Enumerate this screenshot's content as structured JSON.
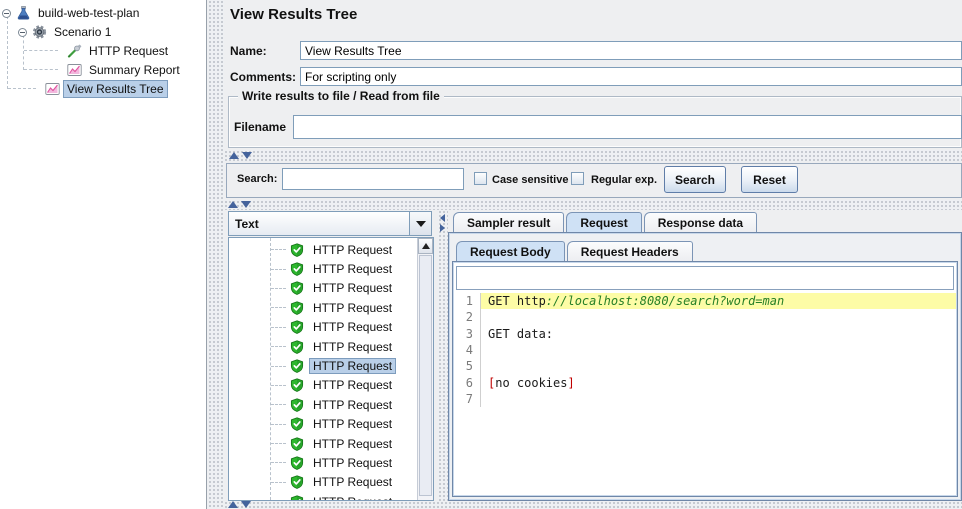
{
  "header": {
    "title": "View Results Tree"
  },
  "tree_panel": {
    "items": [
      {
        "label": "build-web-test-plan",
        "icon": "test-plan-icon",
        "selected": false
      },
      {
        "label": "Scenario 1",
        "icon": "gear-icon",
        "selected": false
      },
      {
        "label": "HTTP Request",
        "icon": "sampler-icon",
        "selected": false
      },
      {
        "label": "Summary Report",
        "icon": "chart-icon",
        "selected": false
      },
      {
        "label": "View Results Tree",
        "icon": "chart-icon",
        "selected": true
      }
    ]
  },
  "form": {
    "name_label": "Name:",
    "name_value": "View Results Tree",
    "comments_label": "Comments:",
    "comments_value": "For scripting only",
    "fieldset_legend": "Write results to file / Read from file",
    "filename_label": "Filename",
    "filename_value": ""
  },
  "search": {
    "label": "Search:",
    "value": "",
    "case_sensitive_label": "Case sensitive",
    "case_sensitive_checked": false,
    "regular_exp_label": "Regular exp.",
    "regular_exp_checked": false,
    "search_button": "Search",
    "reset_button": "Reset"
  },
  "results_list": {
    "filter_selected": "Text",
    "item_icon": "success-shield-icon",
    "items": [
      "HTTP Request",
      "HTTP Request",
      "HTTP Request",
      "HTTP Request",
      "HTTP Request",
      "HTTP Request",
      "HTTP Request",
      "HTTP Request",
      "HTTP Request",
      "HTTP Request",
      "HTTP Request",
      "HTTP Request",
      "HTTP Request",
      "HTTP Request"
    ],
    "selected_index": 6
  },
  "tabs": {
    "main": [
      {
        "label": "Sampler result",
        "selected": false
      },
      {
        "label": "Request",
        "selected": true
      },
      {
        "label": "Response data",
        "selected": false
      }
    ],
    "request": [
      {
        "label": "Request Body",
        "selected": true
      },
      {
        "label": "Request Headers",
        "selected": false
      }
    ]
  },
  "editor": {
    "lines": [
      {
        "num": "1",
        "highlight": true,
        "segments": [
          {
            "text": "GET http",
            "color": "#1a1a1a"
          },
          {
            "text": "://localhost:8080/search?word=man",
            "color": "#267f26",
            "italic": true
          }
        ]
      },
      {
        "num": "2",
        "highlight": false,
        "segments": []
      },
      {
        "num": "3",
        "highlight": false,
        "segments": [
          {
            "text": "GET data:",
            "color": "#1a1a1a"
          }
        ]
      },
      {
        "num": "4",
        "highlight": false,
        "segments": []
      },
      {
        "num": "5",
        "highlight": false,
        "segments": []
      },
      {
        "num": "6",
        "highlight": false,
        "segments": [
          {
            "text": "[",
            "color": "#c00000"
          },
          {
            "text": "no cookies",
            "color": "#1a1a1a"
          },
          {
            "text": "]",
            "color": "#c00000"
          }
        ]
      },
      {
        "num": "7",
        "highlight": false,
        "segments": []
      }
    ]
  },
  "colors": {
    "highlight_line": "#fdfca6",
    "selection": "#b9cfe8",
    "selected_tab": "#cfe1f5",
    "comment_green": "#267f26",
    "bracket_red": "#c00000",
    "success_green": "#2db82d"
  }
}
